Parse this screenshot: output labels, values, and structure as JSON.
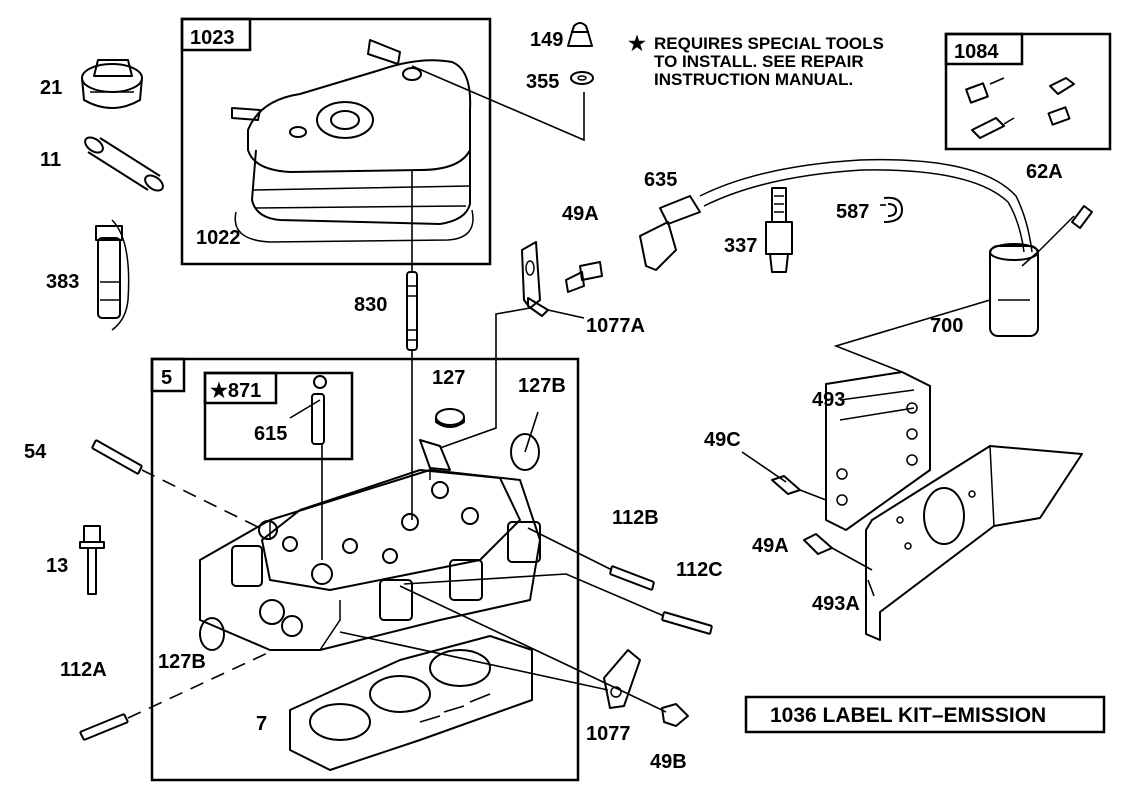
{
  "labels": {
    "l1023": "1023",
    "l1022": "1022",
    "l149": "149",
    "l355": "355",
    "l21": "21",
    "l11": "11",
    "l383": "383",
    "l830": "830",
    "l49A_top": "49A",
    "l1077A": "1077A",
    "l635": "635",
    "l337": "337",
    "l587": "587",
    "l62A": "62A",
    "l700": "700",
    "l1084": "1084",
    "l5": "5",
    "l871": "★871",
    "l615": "615",
    "l127": "127",
    "l127B_top": "127B",
    "l54": "54",
    "l13": "13",
    "l112A": "112A",
    "l127B_bottom": "127B",
    "l7": "7",
    "l112B": "112B",
    "l112C": "112C",
    "l1077": "1077",
    "l49B": "49B",
    "l493": "493",
    "l49C": "49C",
    "l49A_mid": "49A",
    "l493A": "493A"
  },
  "note": {
    "star": "★",
    "line1": "REQUIRES SPECIAL TOOLS",
    "line2": "TO INSTALL.  SEE REPAIR",
    "line3": "INSTRUCTION MANUAL."
  },
  "kit_label": "1036 LABEL KIT–EMISSION"
}
